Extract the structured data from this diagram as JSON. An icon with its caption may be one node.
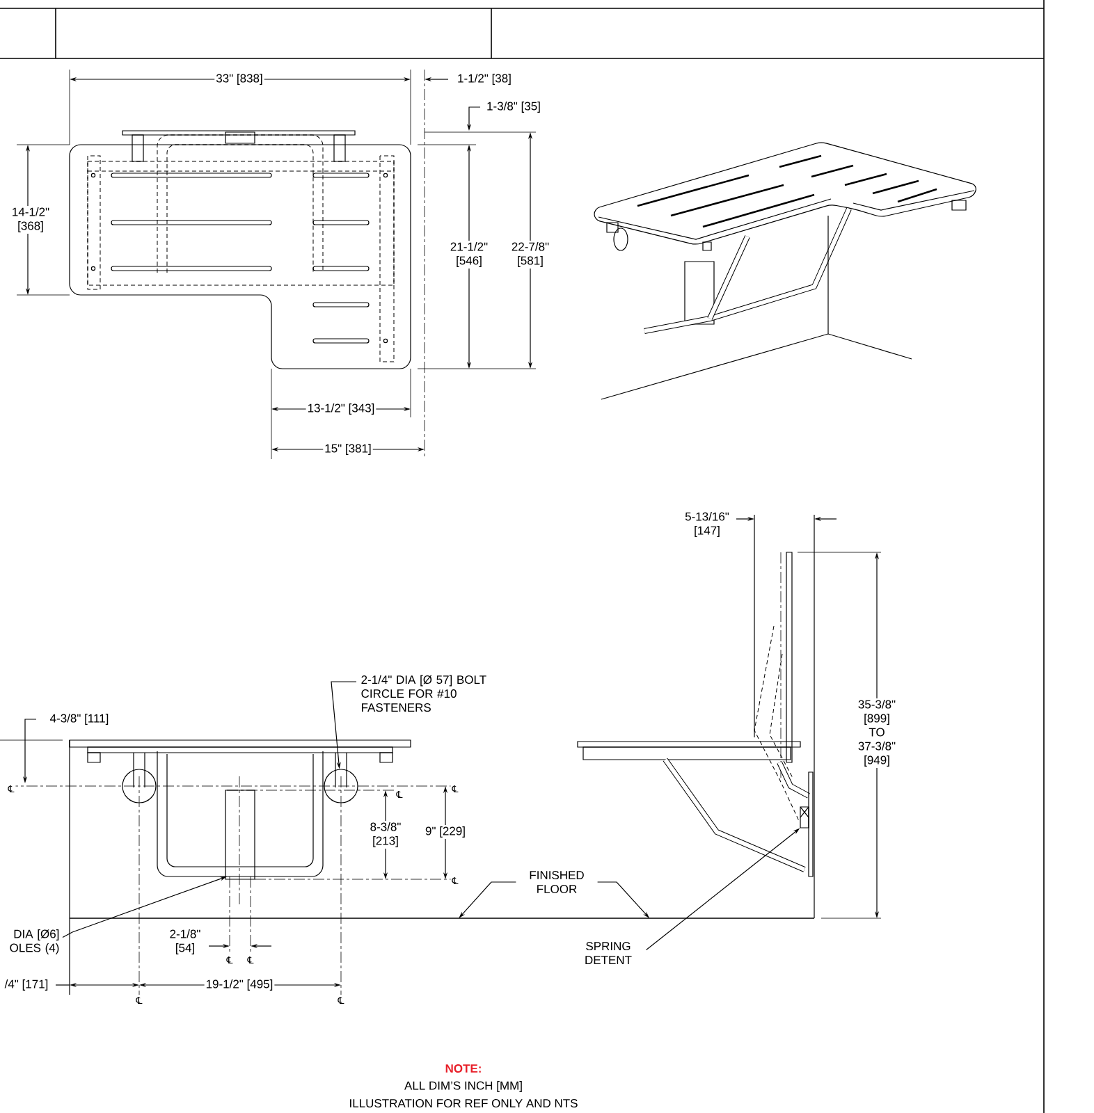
{
  "diagram": {
    "nodes": [
      {
        "text": [
          "2-1/4\" DIA [Ø 57] BOLT CIRCLE FOR #10 FASTENERS"
        ]
      },
      {
        "text": [],
        "shape": "circle"
      },
      {
        "text": [
          "DIA [Ø6] OLES (4)"
        ]
      },
      {
        "text": [
          "FINISHED FLOOR"
        ]
      },
      {
        "text": [
          "SPRING DETENT"
        ]
      },
      {
        "text": [],
        "shape": "bar"
      },
      {
        "text": [],
        "shape": "box"
      }
    ],
    "edges": [
      {
        "from": 0,
        "to": 1,
        "arrow": "to"
      },
      {
        "from": 2,
        "to": null,
        "arrow": "to"
      },
      {
        "from": 3,
        "to": 5,
        "arrow": "to"
      },
      {
        "from": 3,
        "to": 5,
        "arrow": "to"
      },
      {
        "from": 4,
        "to": 6,
        "arrow": "to"
      }
    ],
    "labels": [
      "33\" [838]",
      "1-1/2\" [38]",
      "1-3/8\" [35]",
      "14-1/2\" [368]",
      "21-1/2\" [546]",
      "22-7/8\" [581]",
      "13-1/2\" [343]",
      "15\" [381]",
      "5-13/16\" [147]",
      "35-3/8\" [899] TO 37-3/8\" [949]",
      "4-3/8\" [111]",
      "℄",
      "℄",
      "℄",
      "8-3/8\" [213]",
      "9\" [229]",
      "℄",
      "2-1/8\" [54]",
      "℄",
      "℄",
      "/4\" [171]",
      "19-1/2\" [495]",
      "℄",
      "℄",
      "NOTE:",
      "ALL DIM’S INCH [MM]",
      "ILLUSTRATION FOR REF ONLY AND NTS"
    ]
  }
}
